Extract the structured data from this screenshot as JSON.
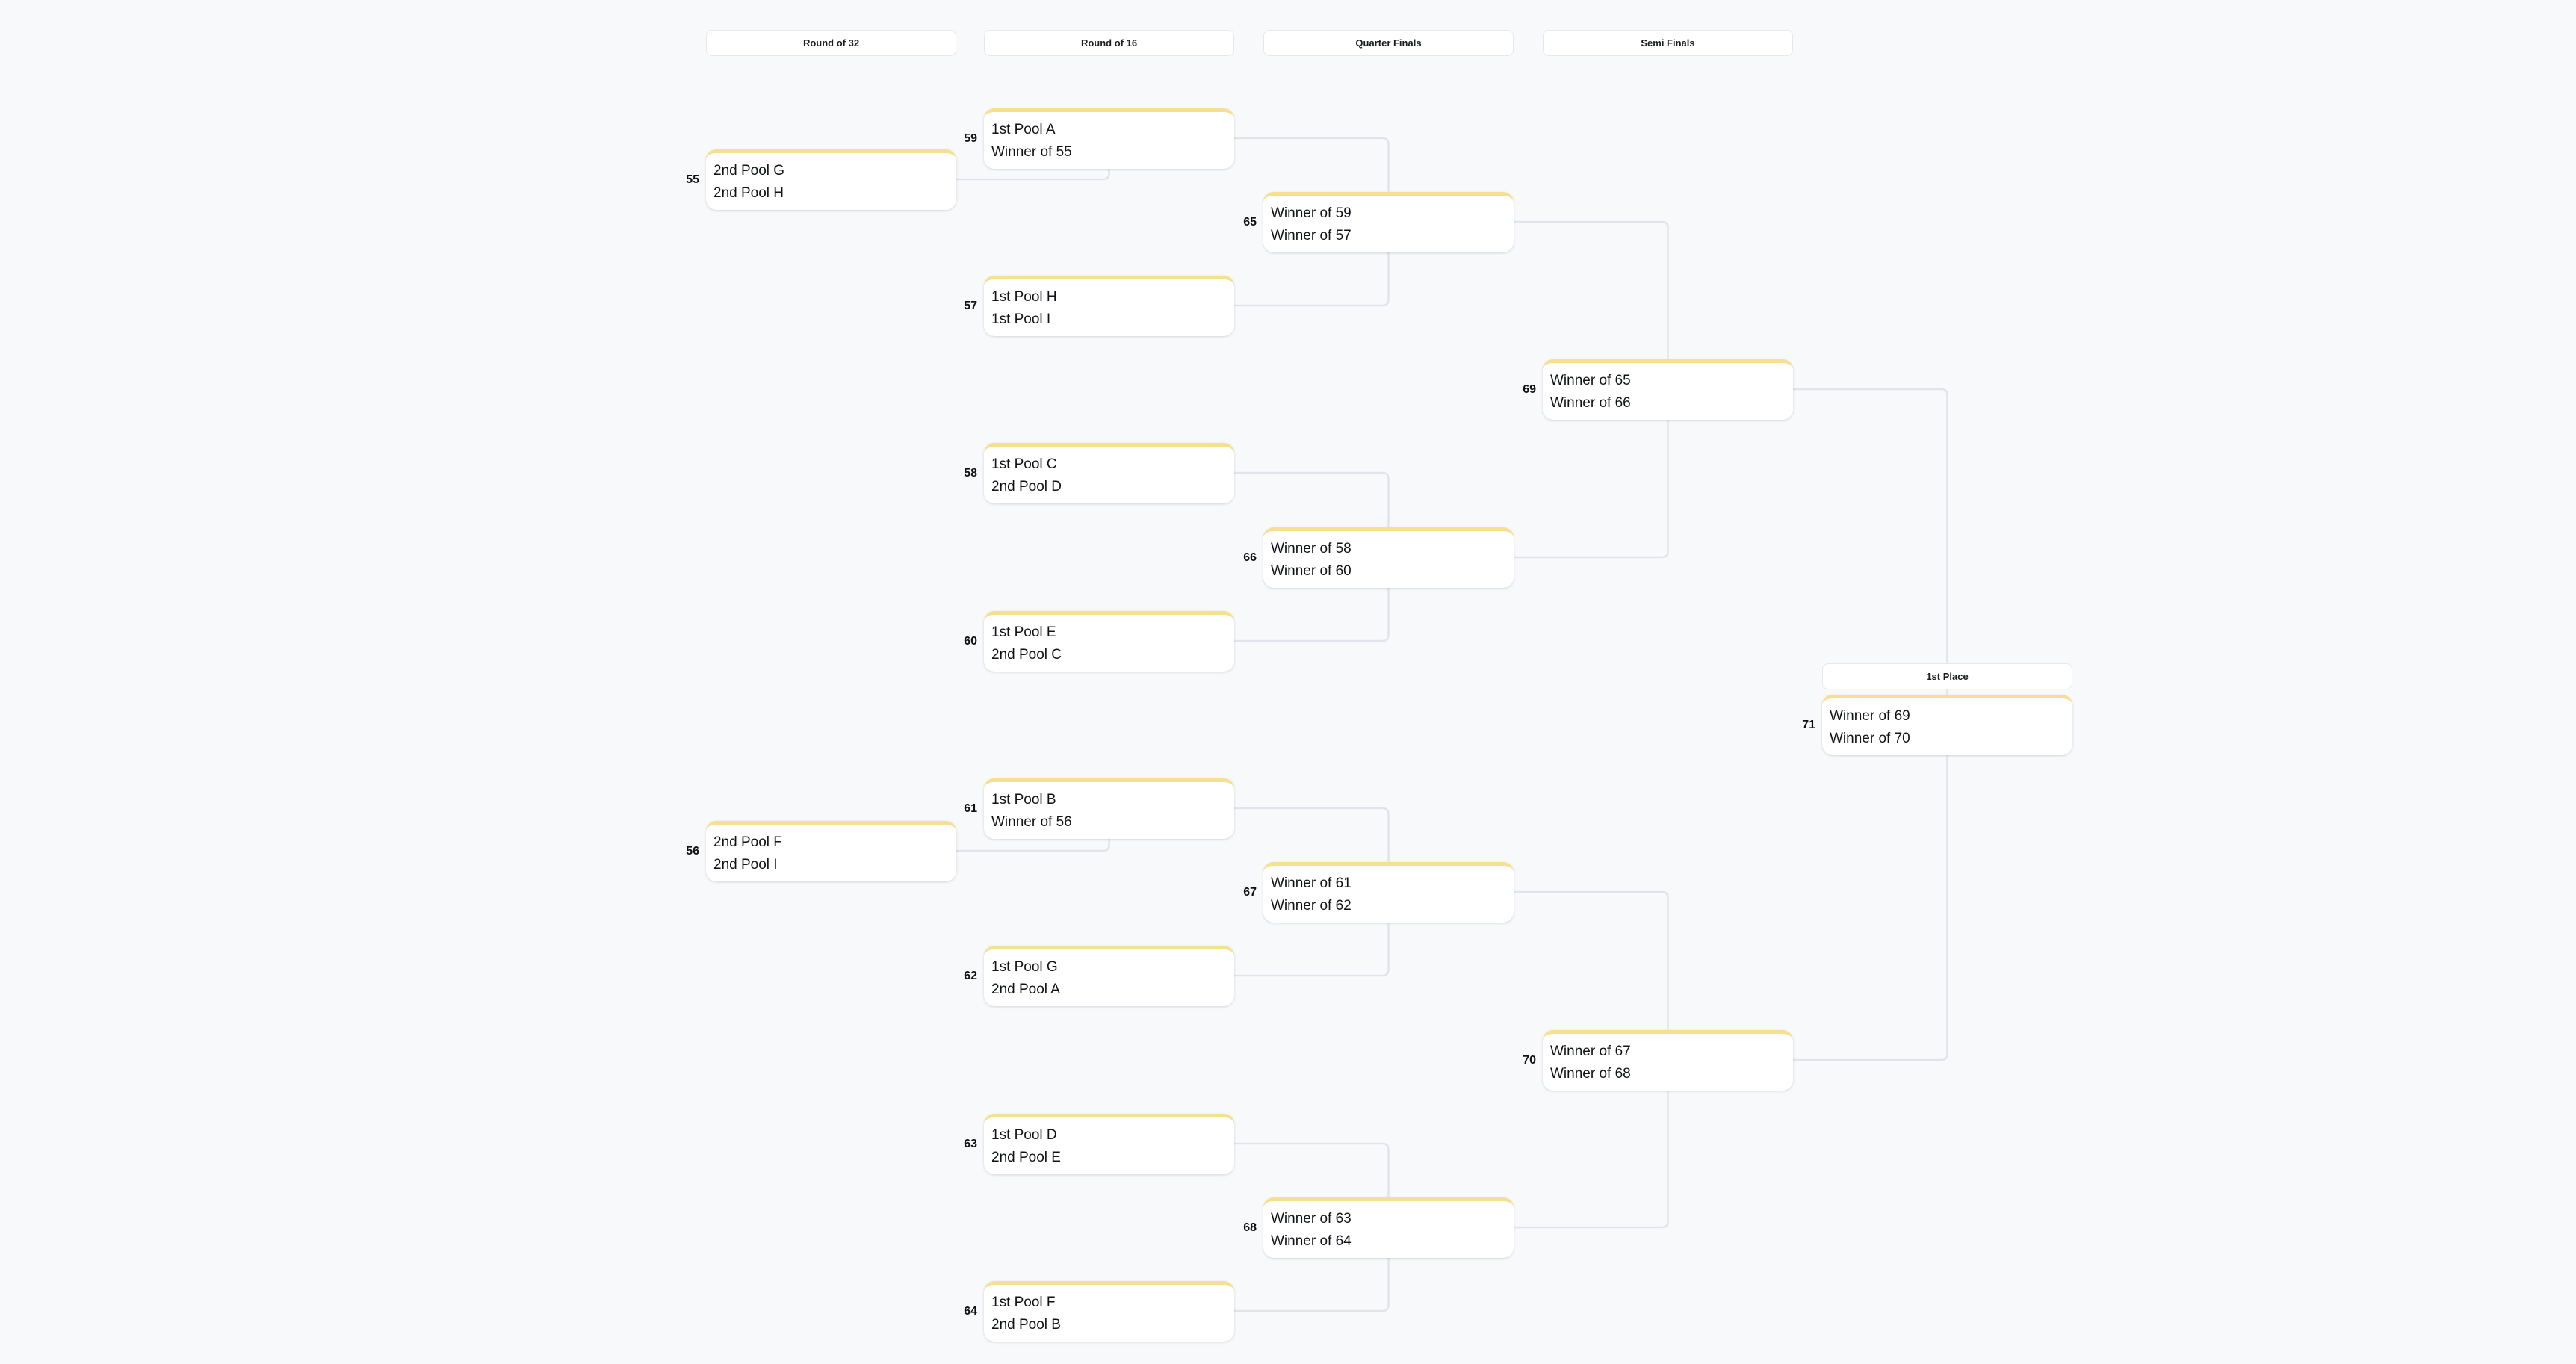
{
  "rounds": [
    {
      "label": "Round of 32"
    },
    {
      "label": "Round of 16"
    },
    {
      "label": "Quarter Finals"
    },
    {
      "label": "Semi Finals"
    },
    {
      "label": "1st Place"
    }
  ],
  "matches": [
    {
      "number": "55",
      "round": 0,
      "teams": [
        "2nd Pool G",
        "2nd Pool H"
      ]
    },
    {
      "number": "56",
      "round": 0,
      "teams": [
        "2nd Pool F",
        "2nd Pool I"
      ]
    },
    {
      "number": "59",
      "round": 1,
      "teams": [
        "1st Pool A",
        "Winner of 55"
      ]
    },
    {
      "number": "57",
      "round": 1,
      "teams": [
        "1st Pool H",
        "1st Pool I"
      ]
    },
    {
      "number": "58",
      "round": 1,
      "teams": [
        "1st Pool C",
        "2nd Pool D"
      ]
    },
    {
      "number": "60",
      "round": 1,
      "teams": [
        "1st Pool E",
        "2nd Pool C"
      ]
    },
    {
      "number": "61",
      "round": 1,
      "teams": [
        "1st Pool B",
        "Winner of 56"
      ]
    },
    {
      "number": "62",
      "round": 1,
      "teams": [
        "1st Pool G",
        "2nd Pool A"
      ]
    },
    {
      "number": "63",
      "round": 1,
      "teams": [
        "1st Pool D",
        "2nd Pool E"
      ]
    },
    {
      "number": "64",
      "round": 1,
      "teams": [
        "1st Pool F",
        "2nd Pool B"
      ]
    },
    {
      "number": "65",
      "round": 2,
      "teams": [
        "Winner of 59",
        "Winner of 57"
      ]
    },
    {
      "number": "66",
      "round": 2,
      "teams": [
        "Winner of 58",
        "Winner of 60"
      ]
    },
    {
      "number": "67",
      "round": 2,
      "teams": [
        "Winner of 61",
        "Winner of 62"
      ]
    },
    {
      "number": "68",
      "round": 2,
      "teams": [
        "Winner of 63",
        "Winner of 64"
      ]
    },
    {
      "number": "69",
      "round": 3,
      "teams": [
        "Winner of 65",
        "Winner of 66"
      ]
    },
    {
      "number": "70",
      "round": 3,
      "teams": [
        "Winner of 67",
        "Winner of 68"
      ]
    },
    {
      "number": "71",
      "round": 4,
      "teams": [
        "Winner of 69",
        "Winner of 70"
      ]
    }
  ],
  "colors": {
    "background": "#f8f9fb",
    "accent": "#f6e08f",
    "connector": "#e1e4ea"
  }
}
